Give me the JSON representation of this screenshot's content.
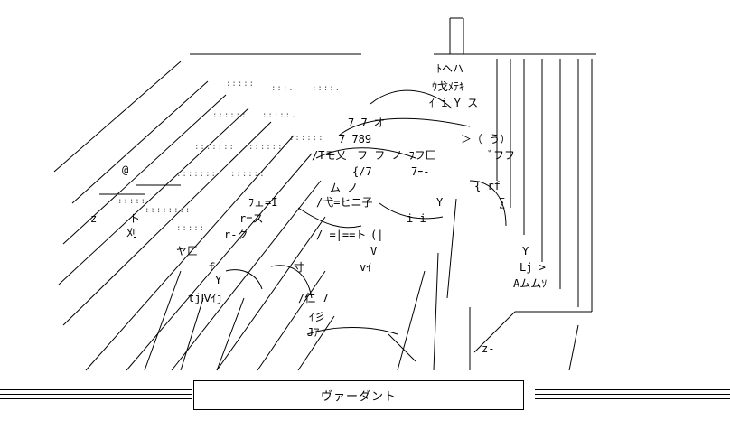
{
  "caption": "ヴァーダント",
  "art_text": {
    "t1": "ﾄヘハ",
    "t2": "ｳ戈ﾒﾃｷ",
    "t3": "ｲ i Y ス",
    "t4": "7 7 オ",
    "t5": "7 789",
    "t6": "＞（ う）",
    "t7": "/Tモ乂",
    "t8": "フ フ ノ ﾌフ匚",
    "t9": "ﾞフフ",
    "t10": "{/7",
    "t11": "7ｰ-",
    "t12": "ム ノ",
    "t13": "{ rf",
    "t14": "ﾌェ=I",
    "t15": "/弋=ヒニ子",
    "t16": "Y",
    "t17": "∑",
    "t18": "r=ス",
    "t19": "/ =|==ト",
    "t20": "(|",
    "t21": "i i",
    "t22": "r-ク",
    "t23": "ヤ匚",
    "t24": "V",
    "t25": "Y",
    "t26": "寸",
    "t27": "vｲ",
    "t28": "Lj >",
    "t29": "Aムムｿ",
    "t30": "ｆ",
    "t31": "Y",
    "t32": "tjⅣｲj",
    "t33": "/仁 7",
    "t34": "ｲ彡",
    "t35": "Jｱ",
    "t36": "z-",
    "t37": "@",
    "t38": "z",
    "t39": "ト",
    "t40": "刈"
  }
}
